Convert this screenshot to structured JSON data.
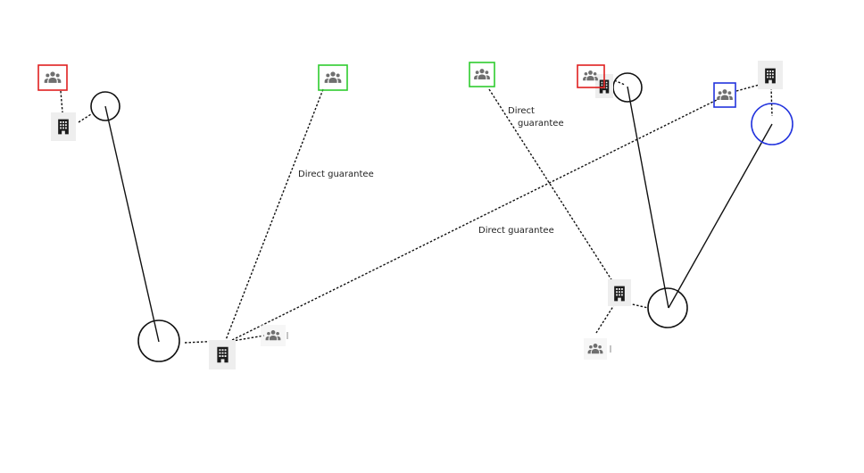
{
  "colors": {
    "line": "#111111",
    "group_icon": "#6f6f6f",
    "building_icon": "#1b1b1b",
    "highlight_red": "#e02020",
    "highlight_green": "#2ecc2e",
    "highlight_blue": "#2233dd"
  },
  "icons": {
    "group": "people-group-icon",
    "company": "building-icon",
    "node": "circle-node"
  },
  "edge_labels": {
    "direct_guarantee": "Direct guarantee",
    "direct_guarantee_line1": "Direct",
    "direct_guarantee_line2": "guarantee"
  },
  "highlights": {
    "group_a": "red",
    "group_b": "green",
    "group_c": "green",
    "group_d": "red",
    "group_e": "blue",
    "node_e": "blue"
  }
}
